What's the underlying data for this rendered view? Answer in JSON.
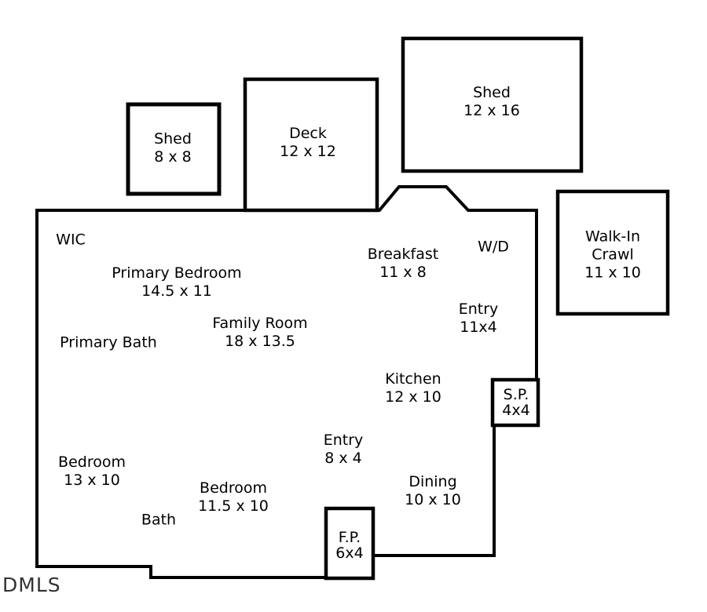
{
  "watermark": "DMLS",
  "colors": {
    "line": "#000000",
    "background": "#ffffff",
    "text": "#000000"
  },
  "outbuildings": {
    "shed_small": {
      "name": "Shed",
      "dims": "8 x 8"
    },
    "deck": {
      "name": "Deck",
      "dims": "12 x 12"
    },
    "shed_large": {
      "name": "Shed",
      "dims": "12 x 16"
    },
    "walk_in_crawl": {
      "name_line1": "Walk-In",
      "name_line2": "Crawl",
      "dims": "11 x 10"
    }
  },
  "rooms": {
    "wic": {
      "name": "WIC"
    },
    "primary_bedroom": {
      "name": "Primary Bedroom",
      "dims": "14.5 x 11"
    },
    "primary_bath": {
      "name": "Primary Bath"
    },
    "family_room": {
      "name": "Family Room",
      "dims": "18 x 13.5"
    },
    "breakfast": {
      "name": "Breakfast",
      "dims": "11 x 8"
    },
    "laundry": {
      "name": "W/D"
    },
    "entry_rear": {
      "name": "Entry",
      "dims": "11x4"
    },
    "kitchen": {
      "name": "Kitchen",
      "dims": "12 x 10"
    },
    "entry_front": {
      "name": "Entry",
      "dims": "8 x 4"
    },
    "dining": {
      "name": "Dining",
      "dims": "10 x 10"
    },
    "bedroom_2": {
      "name": "Bedroom",
      "dims": "13 x 10"
    },
    "bedroom_3": {
      "name": "Bedroom",
      "dims": "11.5 x 10"
    },
    "bath": {
      "name": "Bath"
    },
    "screened_porch": {
      "name": "S.P.",
      "dims": "4x4"
    },
    "fireplace": {
      "name": "F.P.",
      "dims": "6x4"
    }
  }
}
